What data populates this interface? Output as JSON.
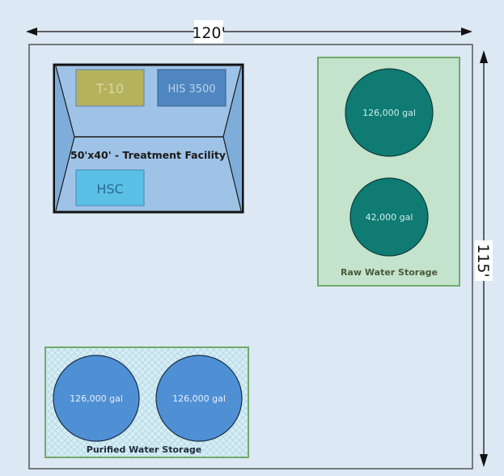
{
  "dimensions": {
    "width_label": "120'",
    "height_label": "115'"
  },
  "treatment_facility": {
    "label": "50'x40' - Treatment Facility",
    "units": [
      {
        "name": "T-10",
        "color": "#b5b25e",
        "text_color": "#d9d7a0"
      },
      {
        "name": "HIS 3500",
        "color": "#4f86bf",
        "text_color": "#b9d2ec"
      },
      {
        "name": "HSC",
        "color": "#5bc0e6",
        "text_color": "#2a6a92"
      }
    ]
  },
  "raw_water_storage": {
    "label": "Raw Water Storage",
    "tanks": [
      "126,000 gal",
      "42,000 gal"
    ],
    "tank_color": "#0f7b73"
  },
  "purified_water_storage": {
    "label": "Purified Water Storage",
    "tanks": [
      "126,000 gal",
      "126,000 gal"
    ],
    "tank_color": "#4f8fd4"
  }
}
